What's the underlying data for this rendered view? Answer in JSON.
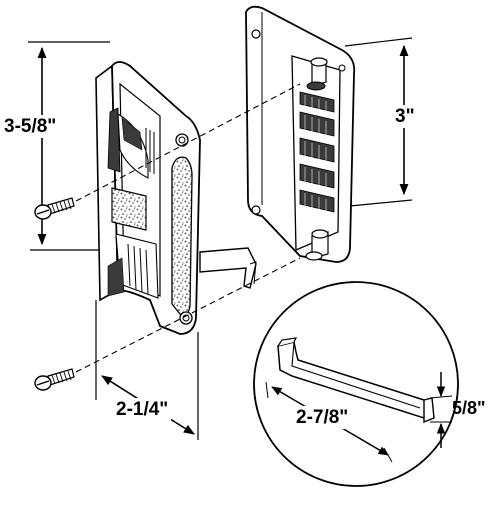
{
  "dimensions": {
    "height": "3-5/8\"",
    "pin_spacing": "3\"",
    "width": "2-1/4\"",
    "lever_length": "2-7/8\"",
    "lever_height": "5/8\""
  },
  "colors": {
    "line": "#000000",
    "fill": "#ffffff",
    "shade": "#3a3a3a",
    "texture": "#555555"
  }
}
